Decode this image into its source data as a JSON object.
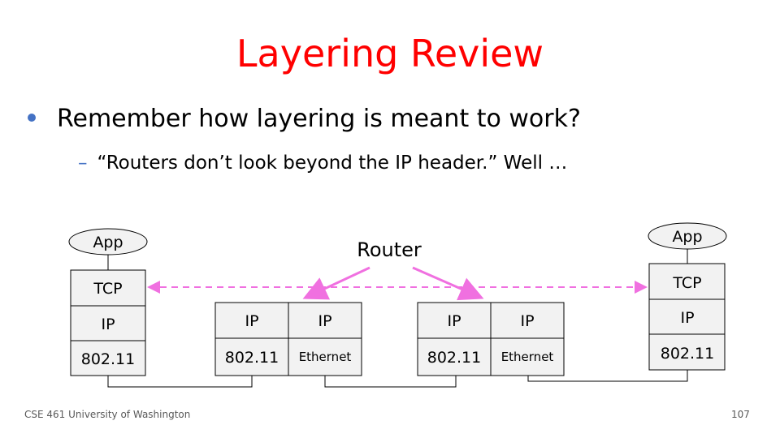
{
  "slide": {
    "title": "Layering Review",
    "bullet": "Remember how layering is meant to work?",
    "sub_dash": "–",
    "sub_bullet": "“Routers don’t look beyond the IP header.”  Well …"
  },
  "diagram": {
    "router_label": "Router",
    "left_host": {
      "app": "App",
      "tcp": "TCP",
      "ip": "IP",
      "link": "802.11"
    },
    "router1": {
      "ip_left": "IP",
      "link_left": "802.11",
      "ip_right": "IP",
      "link_right": "Ethernet"
    },
    "router2": {
      "ip_left": "IP",
      "link_left": "802.11",
      "ip_right": "IP",
      "link_right": "Ethernet"
    },
    "right_host": {
      "app": "App",
      "tcp": "TCP",
      "ip": "IP",
      "link": "802.11"
    },
    "colors": {
      "dashed_line": "#f070e0",
      "arrow": "#f070e0",
      "box_fill": "#f2f2f2",
      "box_stroke": "#000000"
    }
  },
  "footer": {
    "course": "CSE 461 University of Washington",
    "page": "107"
  }
}
